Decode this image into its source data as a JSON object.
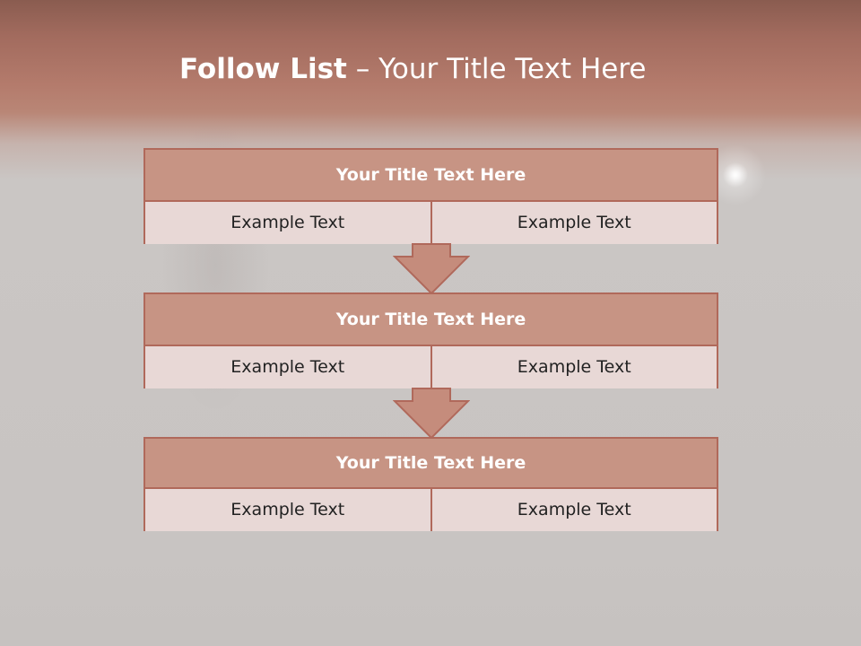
{
  "slide": {
    "title_bold": "Follow List",
    "title_rest": " – Your Title Text Here"
  },
  "steps": [
    {
      "title": "Your Title Text Here",
      "left": "Example Text",
      "right": "Example Text"
    },
    {
      "title": "Your Title Text Here",
      "left": "Example Text",
      "right": "Example Text"
    },
    {
      "title": "Your Title Text Here",
      "left": "Example Text",
      "right": "Example Text"
    }
  ],
  "colors": {
    "header_band": "#a26b5e",
    "box_head": "#c79484",
    "box_border": "#b0695b",
    "cell_fill": "#e8d8d6",
    "background": "#c8c4c2"
  }
}
